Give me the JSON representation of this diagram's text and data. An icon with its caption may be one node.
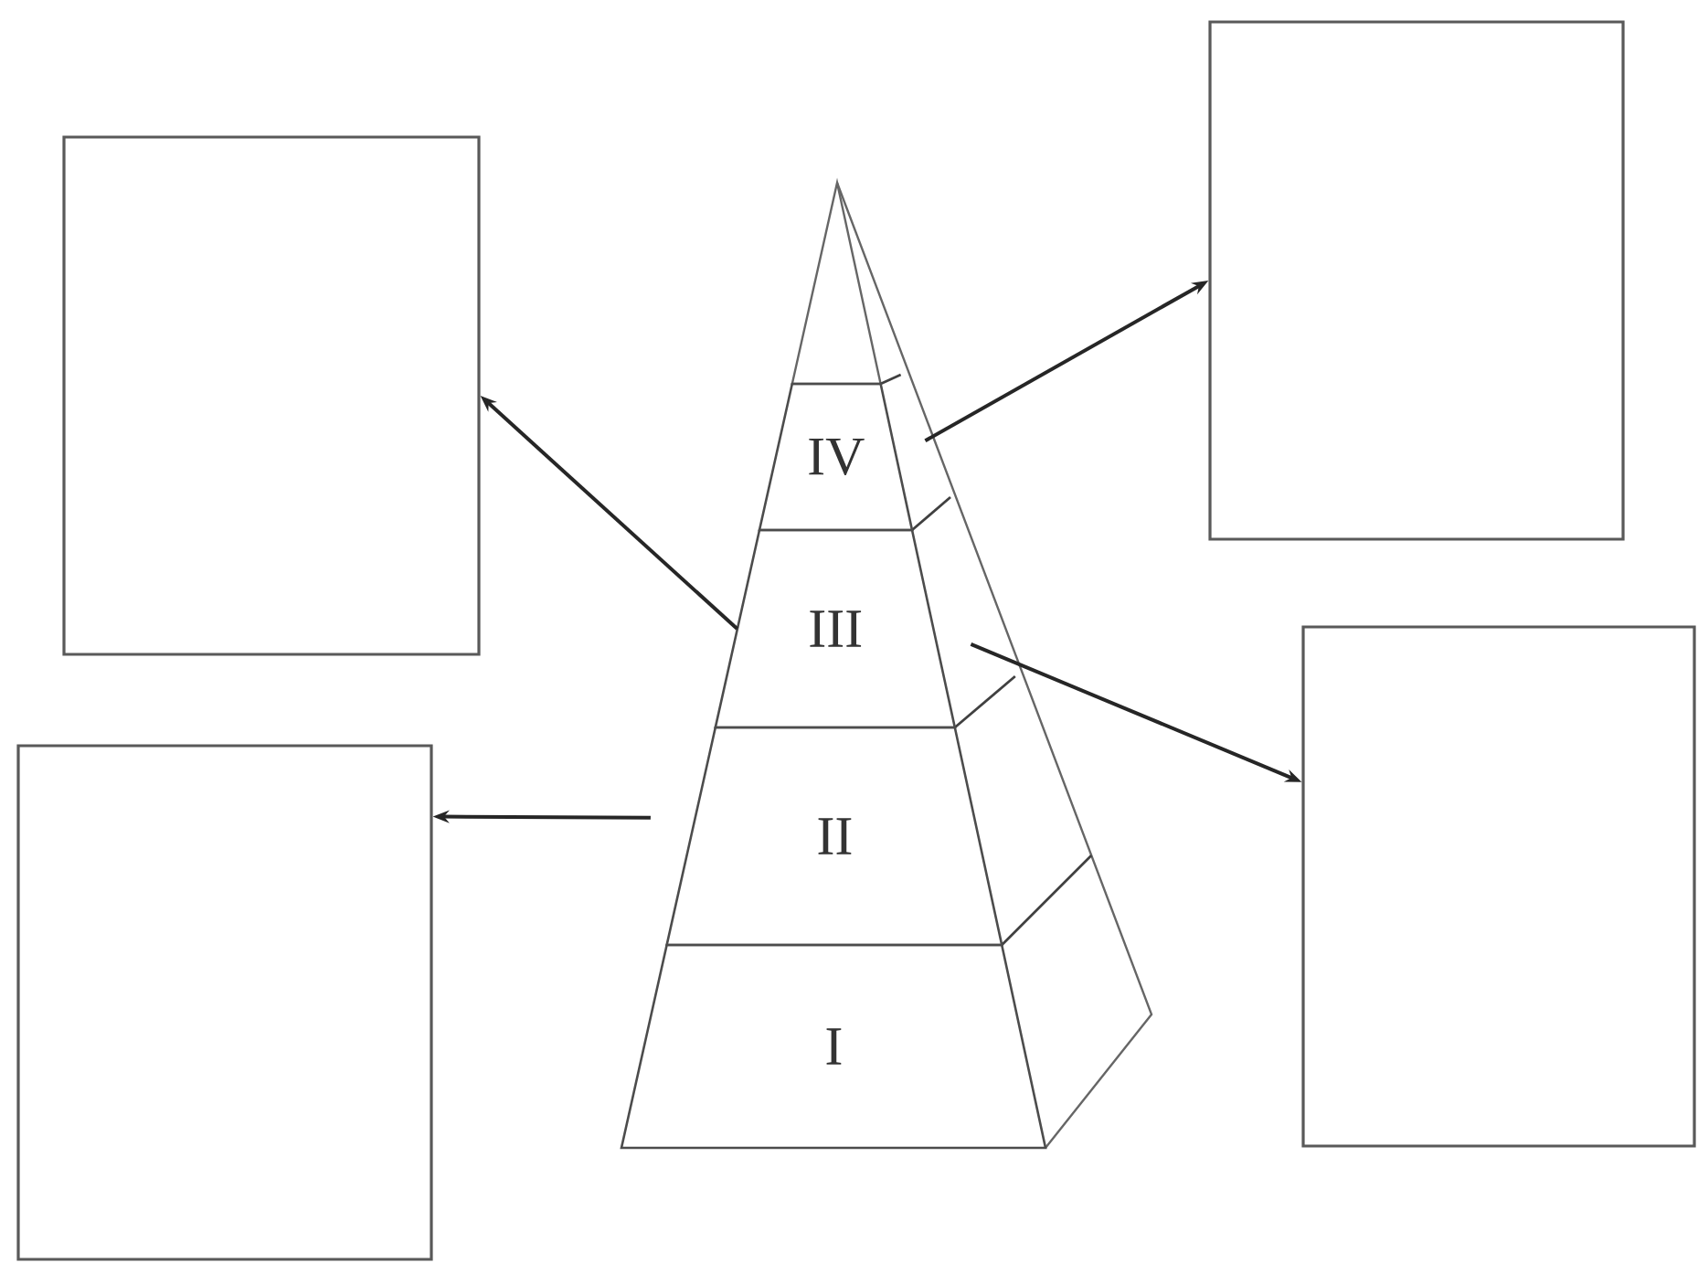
{
  "diagram": {
    "nodes": [
      {
        "text": [],
        "shape": "box"
      },
      {
        "text": [],
        "shape": "box"
      },
      {
        "text": [
          "IV"
        ]
      },
      {
        "text": [
          "III"
        ]
      },
      {
        "text": [],
        "shape": "box"
      },
      {
        "text": [],
        "shape": "box"
      },
      {
        "text": [
          "II"
        ]
      },
      {
        "text": [
          "I"
        ]
      }
    ],
    "edges": [
      {
        "from": 2,
        "to": 0,
        "arrow": "to"
      },
      {
        "from": 3,
        "to": 1,
        "arrow": "to"
      },
      {
        "from": 3,
        "to": 4,
        "arrow": "to"
      },
      {
        "from": 6,
        "to": 5,
        "arrow": "to"
      }
    ]
  }
}
